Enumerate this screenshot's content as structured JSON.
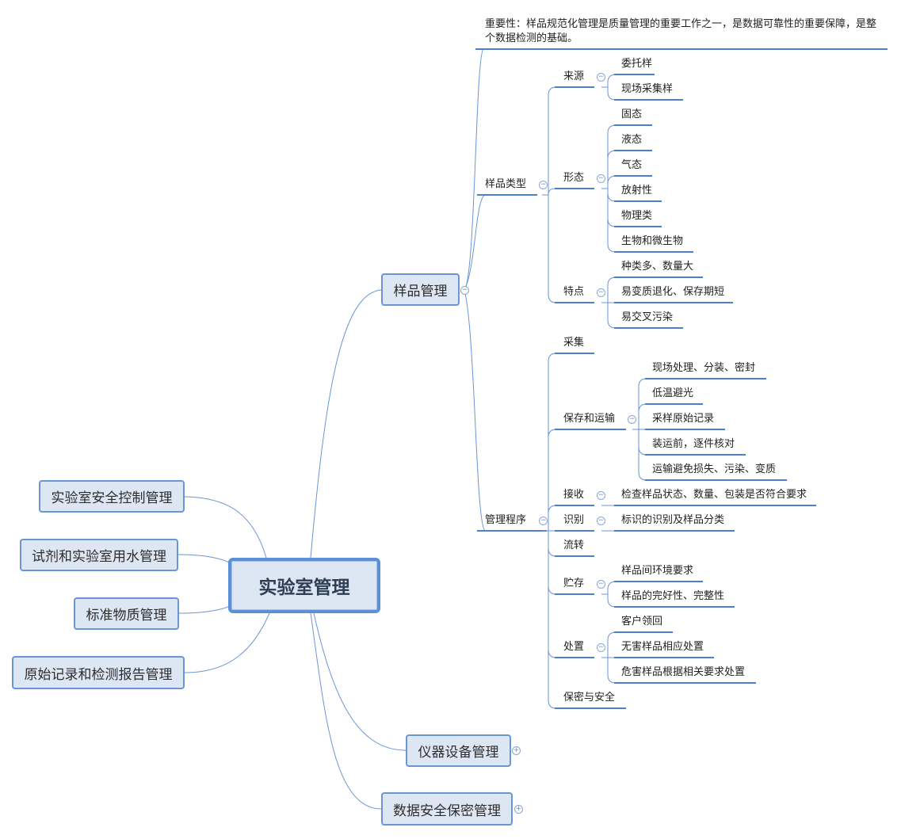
{
  "root": "实验室管理",
  "left_topics": [
    "实验室安全控制管理",
    "试剂和实验室用水管理",
    "标准物质管理",
    "原始记录和检测报告管理"
  ],
  "right_topics": {
    "sample": "样品管理",
    "instrument": "仪器设备管理",
    "data_security": "数据安全保密管理"
  },
  "importance": "重要性：样品规范化管理是质量管理的重要工作之一，是数据可靠性的重要保障，是整个数据检测的基础。",
  "sample_types": {
    "label": "样品类型",
    "source": {
      "label": "来源",
      "items": [
        "委托样",
        "现场采集样"
      ]
    },
    "form": {
      "label": "形态",
      "items": [
        "固态",
        "液态",
        "气态",
        "放射性",
        "物理类",
        "生物和微生物"
      ]
    },
    "features": {
      "label": "特点",
      "items": [
        "种类多、数量大",
        "易变质退化、保存期短",
        "易交叉污染"
      ]
    }
  },
  "procedure": {
    "label": "管理程序",
    "collect": "采集",
    "storage_transport": {
      "label": "保存和运输",
      "items": [
        "现场处理、分装、密封",
        "低温避光",
        "采样原始记录",
        "装运前，逐件核对",
        "运输避免损失、污染、变质"
      ]
    },
    "receive": {
      "label": "接收",
      "item": "检查样品状态、数量、包装是否符合要求"
    },
    "identify": {
      "label": "识别",
      "item": "标识的识别及样品分类"
    },
    "circulate": "流转",
    "store": {
      "label": "贮存",
      "items": [
        "样品间环境要求",
        "样品的完好性、完整性"
      ]
    },
    "dispose": {
      "label": "处置",
      "items": [
        "客户领回",
        "无害样品相应处置",
        "危害样品根据相关要求处置"
      ]
    },
    "confidential": "保密与安全"
  },
  "toggle_symbols": {
    "collapse": "−",
    "expand": "+"
  },
  "colors": {
    "line": "#6a96d4",
    "underline": "#4f7fc6",
    "box_fill": "#dde6f3",
    "box_border": "#6a96d4"
  }
}
